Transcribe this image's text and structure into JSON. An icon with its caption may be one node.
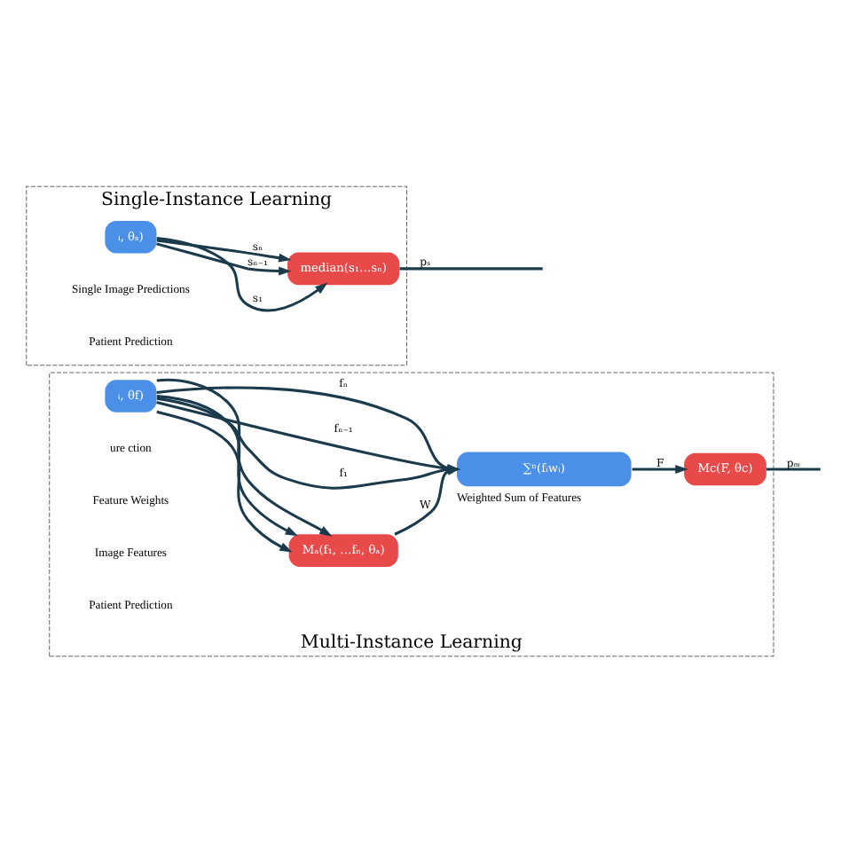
{
  "diagram": {
    "nodes": [
      {
        "text": [
          "Single-Instance Learning"
        ]
      },
      {
        "text": [
          "ᵢ, θₛ)"
        ],
        "in": 0
      },
      {
        "text": [
          "median(s₁…sₙ)"
        ],
        "in": 0
      },
      {
        "text": [
          "Multi-Instance Learning"
        ]
      },
      {
        "text": [
          "ᵢ, θf)"
        ],
        "in": 3
      },
      {
        "text": [
          "Mₐ(f₁, …fₙ, θₐ)"
        ],
        "in": 3
      },
      {
        "text": [
          "∑ⁿ(fᵢwᵢ)"
        ],
        "in": 3,
        "beside": [
          "Weighted Sum of Features"
        ]
      },
      {
        "text": [
          "Mc(F, θc)"
        ],
        "in": 3
      }
    ],
    "edges": [
      {
        "from": 1,
        "to": 2,
        "arrow": "to",
        "label": "s₁"
      },
      {
        "from": 1,
        "to": 2,
        "arrow": "to",
        "label": "sₙ₋₁"
      },
      {
        "from": 1,
        "to": 2,
        "arrow": "to",
        "label": "sₙ"
      },
      {
        "from": 2,
        "to": null,
        "arrow": "none",
        "label": "pₛ"
      },
      {
        "from": 4,
        "to": 6,
        "arrow": "to",
        "label": "f₁"
      },
      {
        "from": 4,
        "to": 6,
        "arrow": "to",
        "label": "fₙ₋₁"
      },
      {
        "from": 4,
        "to": 6,
        "arrow": "to",
        "label": "fₙ"
      },
      {
        "from": 4,
        "to": 5,
        "arrow": "to"
      },
      {
        "from": 4,
        "to": 5,
        "arrow": "to"
      },
      {
        "from": 4,
        "to": 5,
        "arrow": "to"
      },
      {
        "from": 5,
        "to": 6,
        "arrow": "to",
        "label": "W"
      },
      {
        "from": 6,
        "to": 7,
        "arrow": "to",
        "label": "F"
      },
      {
        "from": 7,
        "to": null,
        "arrow": "none",
        "label": "pₘ"
      }
    ],
    "labels": [
      "Single Image Predictions",
      "Patient Prediction",
      "ure ction",
      "Feature Weights",
      "Image Features",
      "Patient Prediction"
    ]
  }
}
